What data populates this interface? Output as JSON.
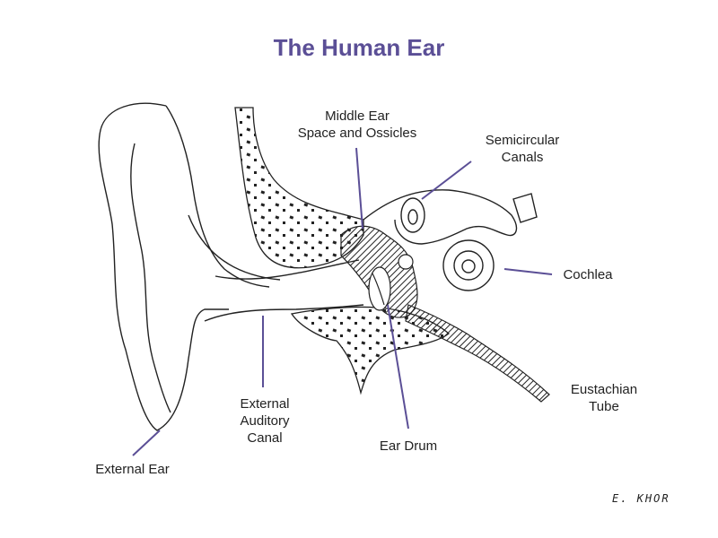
{
  "title": "The Human Ear",
  "accent_color": "#5b4f96",
  "labels": {
    "middle_ear": "Middle Ear\nSpace and Ossicles",
    "semicircular_canals": "Semicircular\nCanals",
    "cochlea": "Cochlea",
    "eustachian_tube": "Eustachian\nTube",
    "ear_drum": "Ear Drum",
    "external_auditory_canal": "External\nAuditory\nCanal",
    "external_ear": "External Ear"
  },
  "signature": "E. KHOR"
}
